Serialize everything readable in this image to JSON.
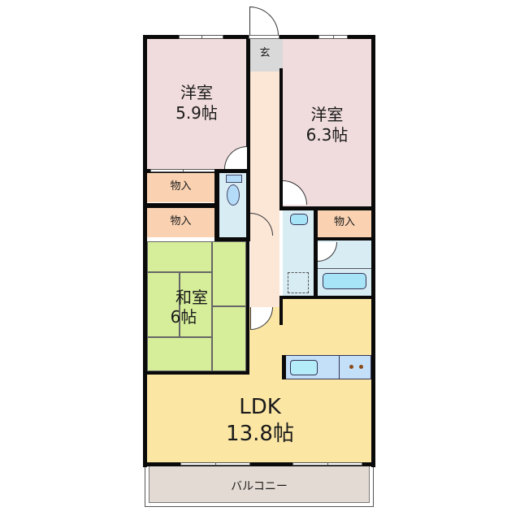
{
  "floorplan": {
    "rooms": {
      "western_room_1": {
        "name": "洋室",
        "size": "5.9帖"
      },
      "western_room_2": {
        "name": "洋室",
        "size": "6.3帖"
      },
      "entrance": {
        "name": "玄"
      },
      "storage_1": {
        "name": "物入"
      },
      "storage_2": {
        "name": "物入"
      },
      "storage_3": {
        "name": "物入"
      },
      "japanese_room": {
        "name": "和室",
        "size": "6帖"
      },
      "ldk": {
        "name": "LDK",
        "size": "13.8帖"
      },
      "balcony": {
        "name": "バルコニー"
      }
    },
    "colors": {
      "western": "#f0dcdc",
      "entrance": "#d9d9d9",
      "hallway": "#fce6d6",
      "storage": "#fad2b2",
      "wet_area": "#d8ecf4",
      "fixture": "#b4e8f8",
      "tatami": "#d6ee9a",
      "ldk": "#fbe6a4",
      "kitchen": "#c4e0f8",
      "balcony": "#e4dad4",
      "wall": "#0a0a0a"
    }
  }
}
